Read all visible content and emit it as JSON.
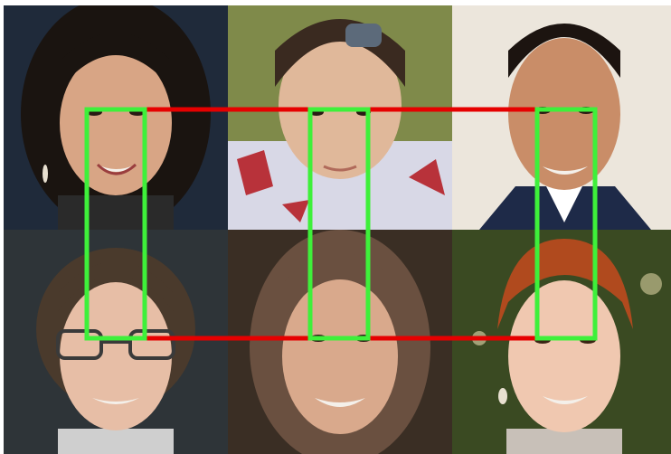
{
  "figure": {
    "rows": 2,
    "cols": 3,
    "cells": [
      {
        "name": "face-woman-dark-hair",
        "bg": "#1f2a3a",
        "skin": "#d8a585",
        "hair": "#1a1410",
        "shirt": "#2a2a2a"
      },
      {
        "name": "face-child",
        "bg": "#7f8a4a",
        "skin": "#e0b89a",
        "hair": "#3a2a20",
        "shirt": "#d8d8e6"
      },
      {
        "name": "face-man-suit",
        "bg": "#ece6dc",
        "skin": "#c98d68",
        "hair": "#1c1410",
        "shirt": "#1e2a48"
      },
      {
        "name": "face-woman-glasses",
        "bg": "#2e3438",
        "skin": "#e7bea6",
        "hair": "#4a3a2c",
        "shirt": "#cfcfcf"
      },
      {
        "name": "face-woman-smiling",
        "bg": "#3a2e24",
        "skin": "#d9a98c",
        "hair": "#6a5040",
        "shirt": "#5a4a3c"
      },
      {
        "name": "face-woman-red-hair",
        "bg": "#3a4a22",
        "skin": "#f0c8b0",
        "hair": "#b04a1e",
        "shirt": "#c8c0b8"
      }
    ],
    "colors": {
      "box": "#3ef03a",
      "line": "#e60000"
    }
  }
}
